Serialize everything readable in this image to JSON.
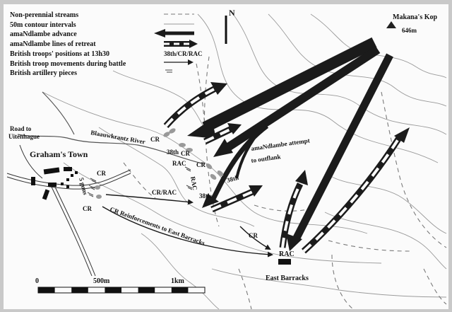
{
  "legend": {
    "items": [
      {
        "label": "Non-perennial streams",
        "symbol": "dashed-line"
      },
      {
        "label": "50m contour intervals",
        "symbol": "thin-line"
      },
      {
        "label": "amaNdlambe advance",
        "symbol": "thick-arrow"
      },
      {
        "label": "amaNdlambe lines of retreat",
        "symbol": "striped-arrow"
      },
      {
        "label": "British troops' positions at 13h30",
        "symbol": "position-code"
      },
      {
        "label": "British troop movements during battle",
        "symbol": "thin-arrow"
      },
      {
        "label": "British artillery pieces",
        "symbol": "gun-symbol"
      }
    ],
    "position_code": "38th/CR/RAC"
  },
  "north": {
    "label": "N"
  },
  "peak": {
    "name": "Makana's Kop",
    "elevation": "646m"
  },
  "places": {
    "grahams_town": "Graham's Town",
    "road_label_1": "Road to",
    "road_label_2": "Uitenhague",
    "east_barracks": "East Barracks",
    "river": "Blaauwkrantz River"
  },
  "units": {
    "cr": "CR",
    "rac": "RAC",
    "th38": "38th",
    "cr_rac": "CR/RAC",
    "guns": "5 guns"
  },
  "annotations": {
    "attempt_1": "amaNdlambe attempt",
    "attempt_2": "to outflank",
    "reinforcements": "CR Reinforcements to East Barracks"
  },
  "scale": {
    "labels": [
      "0",
      "500m",
      "1km"
    ]
  },
  "colors": {
    "ink": "#1b1b1b",
    "paper": "#fbfbfb",
    "contour": "#9a9a9a",
    "background": "#c9c9c9"
  }
}
